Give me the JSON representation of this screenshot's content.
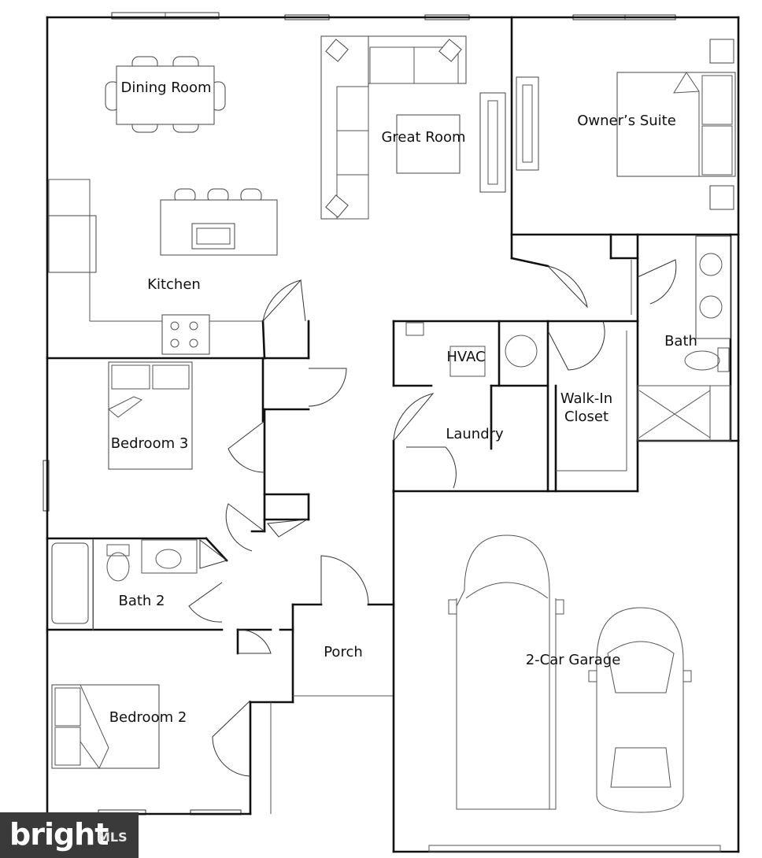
{
  "rooms": {
    "dining_room": "Dining Room",
    "great_room": "Great Room",
    "owners_suite": "Owner’s Suite",
    "kitchen": "Kitchen",
    "hvac": "HVAC",
    "bath": "Bath",
    "walk_in_line1": "Walk-In",
    "walk_in_line2": "Closet",
    "laundry": "Laundry",
    "bedroom_3": "Bedroom 3",
    "bath_2": "Bath 2",
    "porch": "Porch",
    "garage": "2-Car Garage",
    "bedroom_2": "Bedroom 2"
  },
  "watermark": {
    "brand": "bright",
    "suffix": "MLS"
  }
}
